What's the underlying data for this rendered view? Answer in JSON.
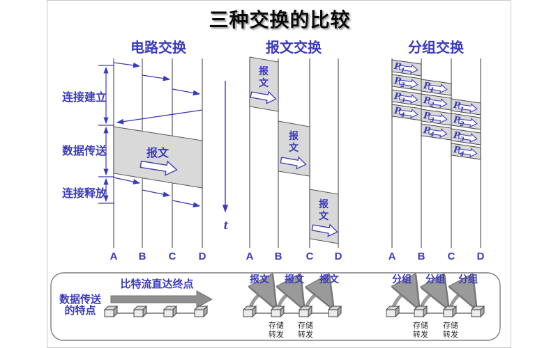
{
  "title": "三种交换的比较",
  "circuit": {
    "header": "电路交换",
    "phases": [
      "连接建立",
      "数据传送",
      "连接释放"
    ],
    "message_label": "报文"
  },
  "message": {
    "header": "报文交换",
    "box_chars": [
      "报",
      "文"
    ]
  },
  "packet": {
    "header": "分组交换",
    "packets": [
      {
        "label": "P",
        "sub": "1"
      },
      {
        "label": "P",
        "sub": "2"
      },
      {
        "label": "P",
        "sub": "3"
      },
      {
        "label": "P",
        "sub": "4"
      }
    ]
  },
  "nodes": [
    "A",
    "B",
    "C",
    "D"
  ],
  "time_axis_label": "t",
  "features": {
    "caption": [
      "数据传送",
      "的特点"
    ],
    "circuit_note": "比特流直达终点",
    "message_hop": "报文",
    "packet_hop": "分组",
    "store_forward": [
      "存储",
      "转发"
    ]
  },
  "colors": {
    "blue": "#3a3aba",
    "line_gray": "#666666",
    "box_fill": "#d9d9d9",
    "box_stroke": "#555555",
    "big_arrow_gray": "#8f8f8f",
    "arc_gray": "#9a9a9a"
  }
}
